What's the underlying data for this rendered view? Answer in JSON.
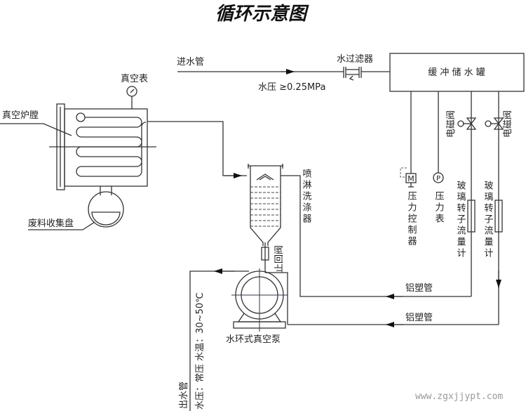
{
  "title": "循环示意图",
  "labels": {
    "inlet_pipe": "进水管",
    "inlet_pressure": "水压 ≥0.25MPa",
    "water_filter": "水过滤器",
    "buffer_tank": "缓  冲  储  水  罐",
    "vacuum_gauge": "真空表",
    "furnace_chamber": "真空炉膛",
    "waste_tray": "废料收集盘",
    "spray_scrubber": "喷淋洗涤器",
    "check_valve": "止回阀",
    "pump": "水环式真空泵",
    "outlet_pipe": "出水管",
    "outlet_spec": "水压：常压   水温：30~50℃",
    "pressure_controller": "压力控制器",
    "pressure_gauge": "压力表",
    "solenoid_valve_1": "电磁阀",
    "solenoid_valve_2": "电磁阀",
    "flowmeter_1": "玻璃转子流量计",
    "flowmeter_2": "玻璃转子流量计",
    "pipe_1": "铝塑管",
    "pipe_2": "铝塑管",
    "controller_symbol": "M",
    "gauge_symbol": "P",
    "watermark": "www.zgxjjypt.com"
  },
  "colors": {
    "line": "#333333",
    "background": "#ffffff"
  }
}
